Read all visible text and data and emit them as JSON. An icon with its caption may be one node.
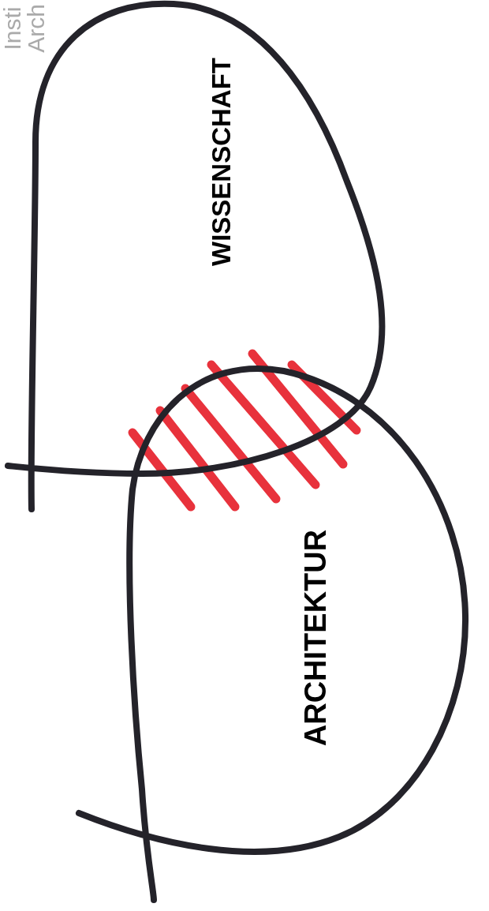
{
  "diagram": {
    "nodes": [
      {
        "text": [
          "WISSENSCHAFT"
        ]
      },
      {
        "text": [
          "ARCHITEKTUR"
        ]
      }
    ],
    "labels": [
      "Insti",
      "Arch"
    ]
  }
}
